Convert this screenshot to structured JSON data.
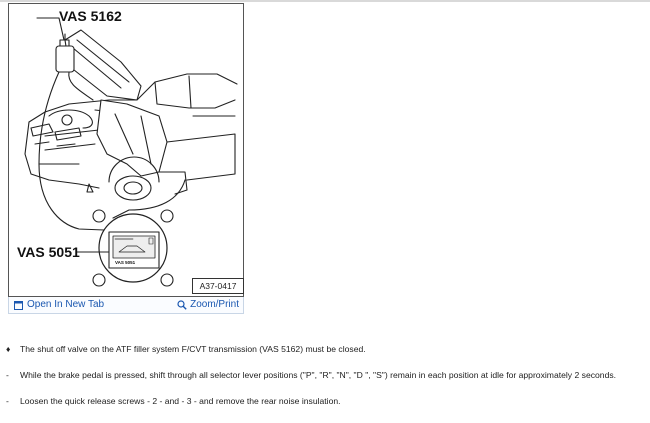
{
  "figure": {
    "label_top": "VAS 5162",
    "label_bottom": "VAS 5051",
    "screen_text": "VAS 5051",
    "figure_id": "A37-0417",
    "open_tab_label": "Open In New Tab",
    "zoom_label": "Zoom/Print"
  },
  "steps": [
    {
      "marker": "♦",
      "text": "The shut off valve on the ATF filler system F/CVT transmission (VAS 5162) must be closed."
    },
    {
      "marker": "-",
      "text": "While the brake pedal is pressed, shift through all selector lever positions (\"P\", \"R\", \"N\", \"D \", \"S\") remain in each position at idle for approximately 2 seconds."
    },
    {
      "marker": "-",
      "text": "Loosen the quick release screws - 2 - and - 3 - and remove the rear noise insulation."
    }
  ]
}
